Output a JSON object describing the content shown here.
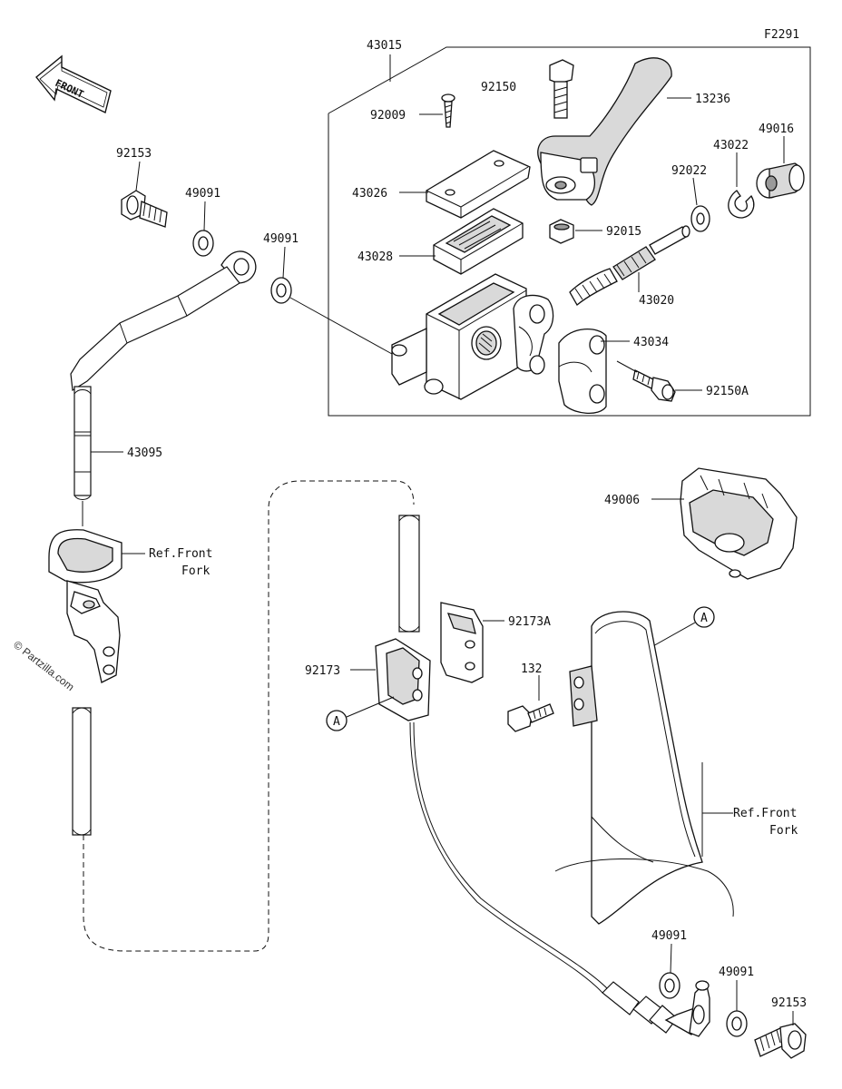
{
  "diagram_code": "F2291",
  "front_label": "FRONT",
  "watermark": "© Partzilla.com",
  "ref_marker": "A",
  "footer_text": "",
  "labels": {
    "p43015": "43015",
    "p92150": "92150",
    "p92009": "92009",
    "p13236": "13236",
    "p49016": "49016",
    "p43022": "43022",
    "p92022": "92022",
    "p43026": "43026",
    "p92015": "92015",
    "p43028": "43028",
    "p43020": "43020",
    "p43034": "43034",
    "p92150A": "92150A",
    "p92153_top": "92153",
    "p49091_a": "49091",
    "p49091_b": "49091",
    "p43095": "43095",
    "ref_front_fork_1_line1": "Ref.Front",
    "ref_front_fork_1_line2": "Fork",
    "p49006": "49006",
    "p92173A": "92173A",
    "p92173": "92173",
    "p132": "132",
    "ref_front_fork_2_line1": "Ref.Front",
    "ref_front_fork_2_line2": "Fork",
    "p49091_c": "49091",
    "p49091_d": "49091",
    "p92153_bottom": "92153"
  }
}
